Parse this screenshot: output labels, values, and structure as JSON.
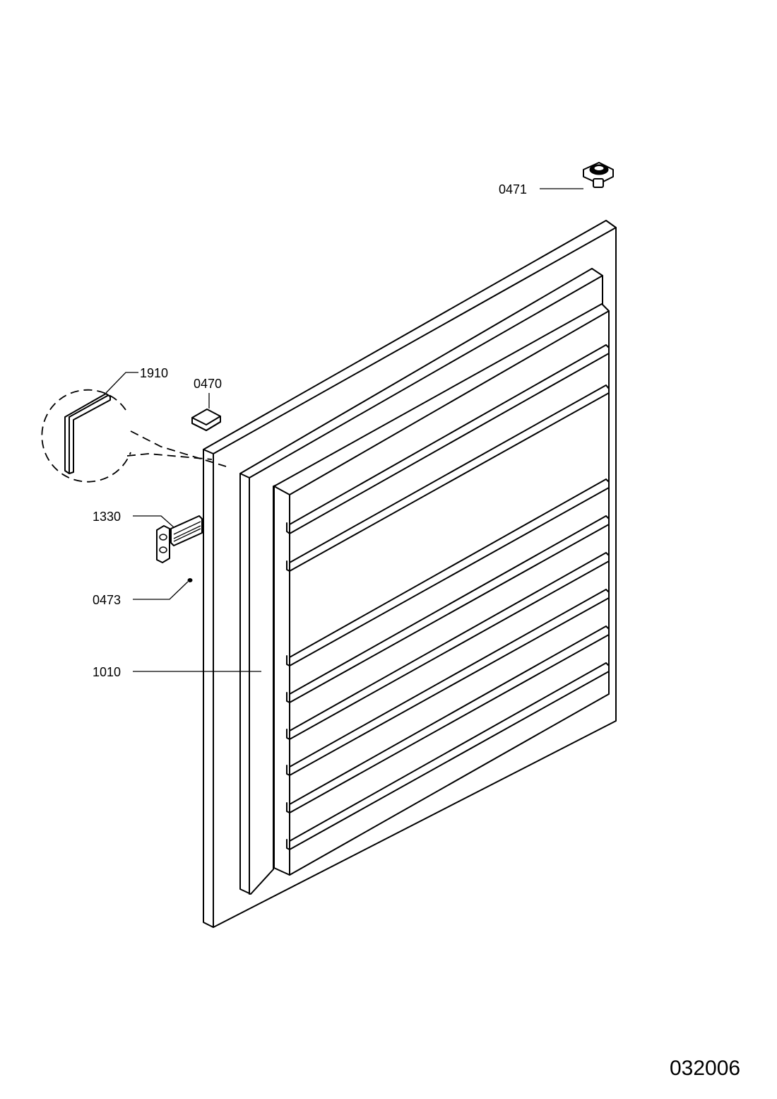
{
  "diagram": {
    "document_number": "032006",
    "parts": [
      {
        "id": "part-0471",
        "label": "0471"
      },
      {
        "id": "part-1910",
        "label": "1910"
      },
      {
        "id": "part-0470",
        "label": "0470"
      },
      {
        "id": "part-1330",
        "label": "1330"
      },
      {
        "id": "part-0473",
        "label": "0473"
      },
      {
        "id": "part-1010",
        "label": "1010"
      }
    ]
  }
}
